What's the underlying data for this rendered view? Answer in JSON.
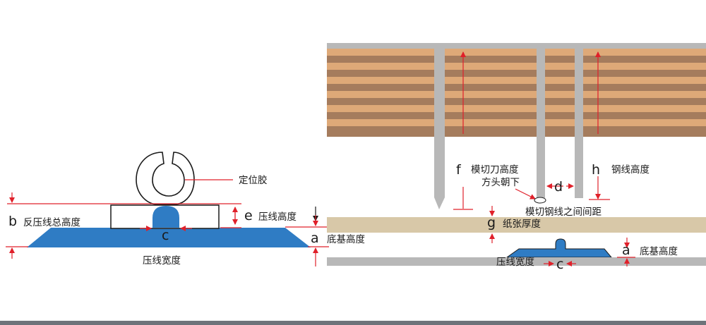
{
  "colors": {
    "red": "#e0202a",
    "blue": "#2f7cc4",
    "gray": "#b8b8b8",
    "wood_light": "#dea978",
    "wood_dark": "#a57c5d",
    "paper": "#d8c8a8"
  },
  "left_diagram": {
    "clip_label": "定位胶",
    "b_letter": "b",
    "b_label": "反压线总高度",
    "e_letter": "e",
    "e_label": "压线高度",
    "c_letter": "c",
    "a_letter": "a",
    "a_label": "底基高度",
    "width_label": "压线宽度"
  },
  "right_diagram": {
    "f_letter": "f",
    "f_label": "模切刀高度",
    "f_note": "方头朝下",
    "h_letter": "h",
    "h_label": "钢线高度",
    "d_letter": "d",
    "d_label": "模切钢线之间间距",
    "g_letter": "g",
    "g_label": "纸张厚度",
    "a_letter": "a",
    "a_label": "底基高度",
    "width_label": "压线宽度",
    "c_letter": "c"
  }
}
